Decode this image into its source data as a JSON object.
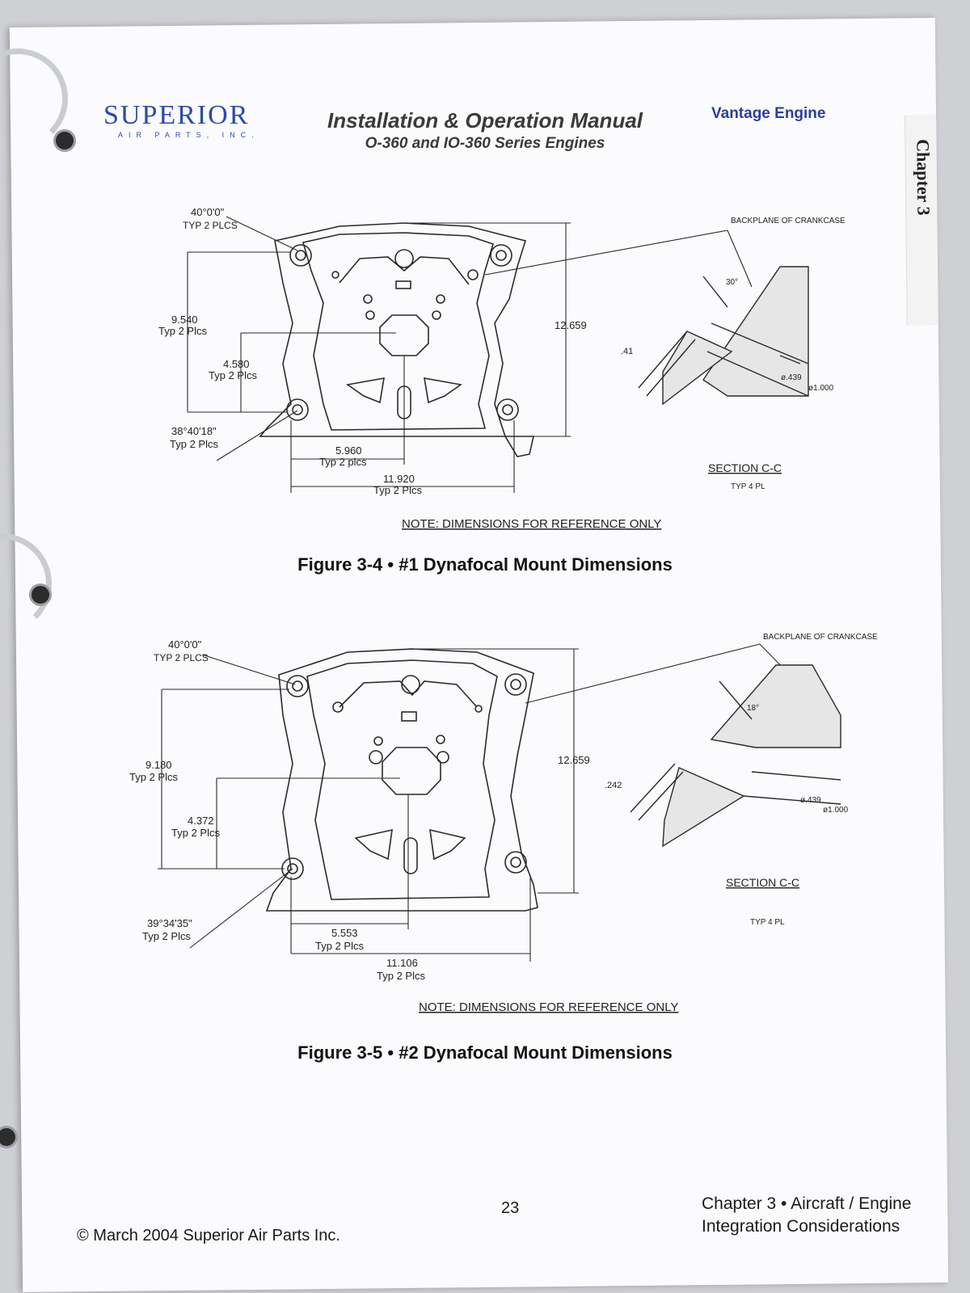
{
  "tab": {
    "label": "Chapter 3"
  },
  "header": {
    "logo_left": "SUPERIOR",
    "logo_left_sub": "AIR PARTS, INC.",
    "title": "Installation & Operation Manual",
    "subtitle": "O-360 and IO-360 Series Engines",
    "logo_right": "Vantage Engine"
  },
  "figure1": {
    "angle_top": "40°0'0\"",
    "angle_top_note": "TYP 2 PLCS",
    "dim_vertical_1": "9.540",
    "dim_vertical_1_note": "Typ 2 Plcs",
    "dim_vertical_2": "4.580",
    "dim_vertical_2_note": "Typ 2 Plcs",
    "angle_bottom": "38°40'18\"",
    "angle_bottom_note": "Typ 2 Plcs",
    "dim_horizontal_1": "5.960",
    "dim_horizontal_1_note": "Typ 2 plcs",
    "dim_horizontal_2": "11.920",
    "dim_horizontal_2_note": "Typ 2 Plcs",
    "dim_height": "12.659",
    "backplane": "BACKPLANE OF CRANKCASE",
    "section_angle": "30°",
    "section_offset": ".41",
    "dia_small": "ø.439",
    "dia_large": "ø1.000",
    "section_label": "SECTION C-C",
    "section_note": "TYP 4 PL",
    "note": "NOTE: DIMENSIONS FOR REFERENCE ONLY",
    "caption": "Figure 3-4 • #1 Dynafocal Mount Dimensions"
  },
  "figure2": {
    "angle_top": "40°0'0\"",
    "angle_top_note": "TYP 2 PLCS",
    "dim_vertical_1": "9.180",
    "dim_vertical_1_note": "Typ 2 Plcs",
    "dim_vertical_2": "4.372",
    "dim_vertical_2_note": "Typ 2 Plcs",
    "angle_bottom": "39°34'35\"",
    "angle_bottom_note": "Typ 2 Plcs",
    "dim_horizontal_1": "5.553",
    "dim_horizontal_1_note": "Typ 2 Plcs",
    "dim_horizontal_2": "11.106",
    "dim_horizontal_2_note": "Typ 2 Plcs",
    "dim_height": "12.659",
    "backplane": "BACKPLANE OF CRANKCASE",
    "section_angle": "18°",
    "section_offset": ".242",
    "dia_small": "ø.439",
    "dia_large": "ø1.000",
    "section_label": "SECTION C-C",
    "section_note": "TYP 4 PL",
    "note": "NOTE: DIMENSIONS FOR REFERENCE ONLY",
    "caption": "Figure 3-5 • #2 Dynafocal Mount Dimensions"
  },
  "footer": {
    "page_number": "23",
    "copyright": "© March 2004 Superior Air Parts Inc.",
    "chapter_line1": "Chapter 3 • Aircraft / Engine",
    "chapter_line2": "Integration Considerations"
  }
}
